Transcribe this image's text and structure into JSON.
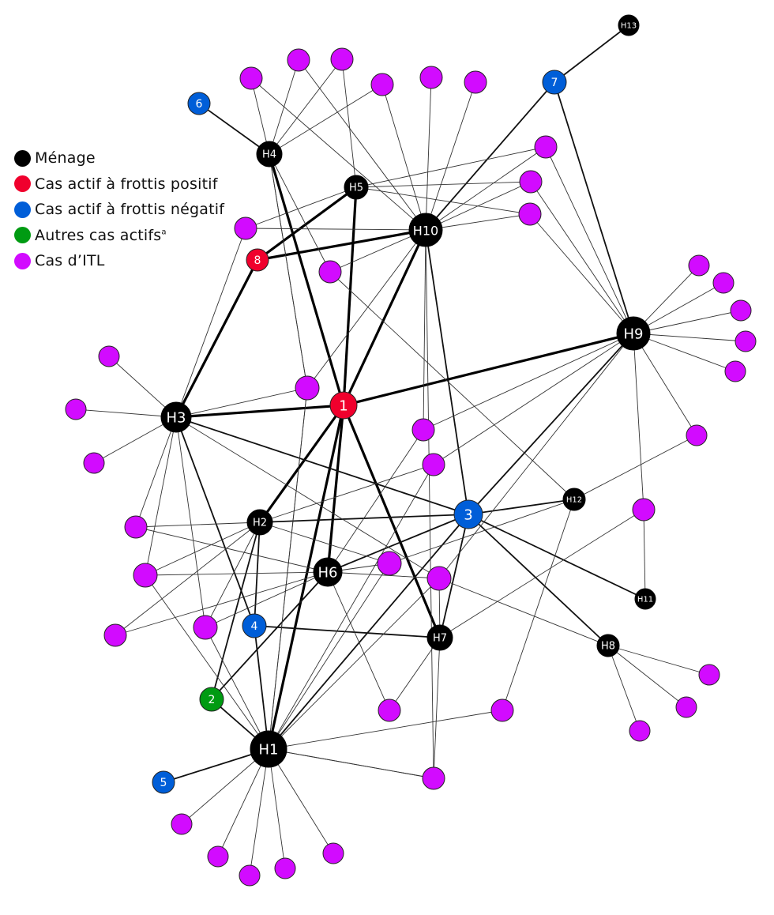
{
  "legend": {
    "items": [
      {
        "key": "household",
        "label": "Ménage",
        "sup": "",
        "color": "#000000"
      },
      {
        "key": "smear_pos",
        "label": "Cas actif à frottis positif",
        "sup": "",
        "color": "#f0002d"
      },
      {
        "key": "smear_neg",
        "label": "Cas actif à frottis négatif",
        "sup": "",
        "color": "#005ed8"
      },
      {
        "key": "other_active",
        "label": "Autres cas actifs",
        "sup": "a",
        "color": "#009b12"
      },
      {
        "key": "ltbi",
        "label": "Cas d’ITL",
        "sup": "",
        "color": "#d20bff"
      }
    ]
  },
  "network": {
    "nodes": [
      {
        "id": "H1",
        "type": "household",
        "label": "H1"
      },
      {
        "id": "H2",
        "type": "household",
        "label": "H2"
      },
      {
        "id": "H3",
        "type": "household",
        "label": "H3"
      },
      {
        "id": "H4",
        "type": "household",
        "label": "H4"
      },
      {
        "id": "H5",
        "type": "household",
        "label": "H5"
      },
      {
        "id": "H6",
        "type": "household",
        "label": "H6"
      },
      {
        "id": "H7",
        "type": "household",
        "label": "H7"
      },
      {
        "id": "H8",
        "type": "household",
        "label": "H8"
      },
      {
        "id": "H9",
        "type": "household",
        "label": "H9"
      },
      {
        "id": "H10",
        "type": "household",
        "label": "H10"
      },
      {
        "id": "H11",
        "type": "household",
        "label": "H11"
      },
      {
        "id": "H12",
        "type": "household",
        "label": "H12"
      },
      {
        "id": "H13",
        "type": "household",
        "label": "H13"
      },
      {
        "id": "C1",
        "type": "smear_pos",
        "label": "1"
      },
      {
        "id": "C8",
        "type": "smear_pos",
        "label": "8"
      },
      {
        "id": "C3",
        "type": "smear_neg",
        "label": "3"
      },
      {
        "id": "C4",
        "type": "smear_neg",
        "label": "4"
      },
      {
        "id": "C5",
        "type": "smear_neg",
        "label": "5"
      },
      {
        "id": "C6",
        "type": "smear_neg",
        "label": "6"
      },
      {
        "id": "C7",
        "type": "smear_neg",
        "label": "7"
      },
      {
        "id": "C2",
        "type": "other_active",
        "label": "2"
      },
      {
        "id": "L1",
        "type": "ltbi",
        "label": ""
      },
      {
        "id": "L2",
        "type": "ltbi",
        "label": ""
      },
      {
        "id": "L3",
        "type": "ltbi",
        "label": ""
      },
      {
        "id": "L4",
        "type": "ltbi",
        "label": ""
      },
      {
        "id": "L5",
        "type": "ltbi",
        "label": ""
      },
      {
        "id": "L6",
        "type": "ltbi",
        "label": ""
      },
      {
        "id": "L7",
        "type": "ltbi",
        "label": ""
      },
      {
        "id": "L8",
        "type": "ltbi",
        "label": ""
      },
      {
        "id": "L9",
        "type": "ltbi",
        "label": ""
      },
      {
        "id": "L10",
        "type": "ltbi",
        "label": ""
      },
      {
        "id": "L11",
        "type": "ltbi",
        "label": ""
      },
      {
        "id": "L12",
        "type": "ltbi",
        "label": ""
      },
      {
        "id": "L13",
        "type": "ltbi",
        "label": ""
      },
      {
        "id": "L14",
        "type": "ltbi",
        "label": ""
      },
      {
        "id": "L15",
        "type": "ltbi",
        "label": ""
      },
      {
        "id": "L16",
        "type": "ltbi",
        "label": ""
      },
      {
        "id": "L17",
        "type": "ltbi",
        "label": ""
      },
      {
        "id": "L18",
        "type": "ltbi",
        "label": ""
      },
      {
        "id": "L19",
        "type": "ltbi",
        "label": ""
      },
      {
        "id": "L20",
        "type": "ltbi",
        "label": ""
      },
      {
        "id": "L21",
        "type": "ltbi",
        "label": ""
      },
      {
        "id": "L22",
        "type": "ltbi",
        "label": ""
      },
      {
        "id": "L23",
        "type": "ltbi",
        "label": ""
      },
      {
        "id": "L24",
        "type": "ltbi",
        "label": ""
      },
      {
        "id": "L25",
        "type": "ltbi",
        "label": ""
      },
      {
        "id": "L26",
        "type": "ltbi",
        "label": ""
      },
      {
        "id": "L27",
        "type": "ltbi",
        "label": ""
      },
      {
        "id": "L28",
        "type": "ltbi",
        "label": ""
      },
      {
        "id": "L29",
        "type": "ltbi",
        "label": ""
      },
      {
        "id": "L30",
        "type": "ltbi",
        "label": ""
      },
      {
        "id": "L31",
        "type": "ltbi",
        "label": ""
      },
      {
        "id": "L32",
        "type": "ltbi",
        "label": ""
      },
      {
        "id": "L33",
        "type": "ltbi",
        "label": ""
      },
      {
        "id": "L34",
        "type": "ltbi",
        "label": ""
      },
      {
        "id": "L35",
        "type": "ltbi",
        "label": ""
      },
      {
        "id": "L36",
        "type": "ltbi",
        "label": ""
      },
      {
        "id": "L37",
        "type": "ltbi",
        "label": ""
      },
      {
        "id": "L38",
        "type": "ltbi",
        "label": ""
      },
      {
        "id": "L39",
        "type": "ltbi",
        "label": ""
      },
      {
        "id": "L40",
        "type": "ltbi",
        "label": ""
      },
      {
        "id": "L41",
        "type": "ltbi",
        "label": ""
      },
      {
        "id": "L42",
        "type": "ltbi",
        "label": ""
      },
      {
        "id": "L43",
        "type": "ltbi",
        "label": ""
      }
    ],
    "edges": [
      [
        "C1",
        "H1",
        "strong"
      ],
      [
        "C1",
        "H2",
        "strong"
      ],
      [
        "C1",
        "H3",
        "strong"
      ],
      [
        "C1",
        "H4",
        "strong"
      ],
      [
        "C1",
        "H5",
        "strong"
      ],
      [
        "C1",
        "H6",
        "strong"
      ],
      [
        "C1",
        "H7",
        "strong"
      ],
      [
        "C1",
        "H9",
        "strong"
      ],
      [
        "C1",
        "H10",
        "strong"
      ],
      [
        "C8",
        "H3",
        "strong"
      ],
      [
        "C8",
        "H5",
        "strong"
      ],
      [
        "C8",
        "H10",
        "strong"
      ],
      [
        "C3",
        "H1",
        "medium"
      ],
      [
        "C3",
        "H2",
        "medium"
      ],
      [
        "C3",
        "H3",
        "medium"
      ],
      [
        "C3",
        "H6",
        "medium"
      ],
      [
        "C3",
        "H7",
        "medium"
      ],
      [
        "C3",
        "H8",
        "medium"
      ],
      [
        "C3",
        "H9",
        "medium"
      ],
      [
        "C3",
        "H10",
        "medium"
      ],
      [
        "C3",
        "H11",
        "medium"
      ],
      [
        "C3",
        "H12",
        "medium"
      ],
      [
        "C4",
        "H1",
        "medium"
      ],
      [
        "C4",
        "H2",
        "medium"
      ],
      [
        "C4",
        "H3",
        "medium"
      ],
      [
        "C4",
        "H7",
        "medium"
      ],
      [
        "C2",
        "H1",
        "medium"
      ],
      [
        "C2",
        "H2",
        "medium"
      ],
      [
        "C2",
        "H6",
        "medium"
      ],
      [
        "C5",
        "H1",
        "medium"
      ],
      [
        "C6",
        "H4",
        "medium"
      ],
      [
        "C7",
        "H13",
        "medium"
      ],
      [
        "C7",
        "H9",
        "medium"
      ],
      [
        "C7",
        "H10",
        "medium"
      ],
      [
        "L1",
        "H4",
        "thin"
      ],
      [
        "L1",
        "H10",
        "thin"
      ],
      [
        "L2",
        "H4",
        "thin"
      ],
      [
        "L2",
        "H10",
        "thin"
      ],
      [
        "L3",
        "H4",
        "thin"
      ],
      [
        "L3",
        "H5",
        "thin"
      ],
      [
        "L4",
        "H4",
        "thin"
      ],
      [
        "L4",
        "H10",
        "thin"
      ],
      [
        "L5",
        "H10",
        "thin"
      ],
      [
        "L6",
        "H10",
        "thin"
      ],
      [
        "L7",
        "H5",
        "thin"
      ],
      [
        "L7",
        "H10",
        "thin"
      ],
      [
        "L7",
        "H9",
        "thin"
      ],
      [
        "L8",
        "H5",
        "thin"
      ],
      [
        "L8",
        "H10",
        "thin"
      ],
      [
        "L8",
        "H9",
        "thin"
      ],
      [
        "L9",
        "H5",
        "thin"
      ],
      [
        "L9",
        "H10",
        "thin"
      ],
      [
        "L9",
        "H9",
        "thin"
      ],
      [
        "L10",
        "H5",
        "thin"
      ],
      [
        "L10",
        "H10",
        "thin"
      ],
      [
        "L10",
        "H3",
        "thin"
      ],
      [
        "L11",
        "H4",
        "thin"
      ],
      [
        "L11",
        "H10",
        "thin"
      ],
      [
        "L11",
        "H12",
        "thin"
      ],
      [
        "L12",
        "H9",
        "thin"
      ],
      [
        "L13",
        "H9",
        "thin"
      ],
      [
        "L14",
        "H9",
        "thin"
      ],
      [
        "L15",
        "H9",
        "thin"
      ],
      [
        "L16",
        "H9",
        "thin"
      ],
      [
        "L17",
        "H9",
        "thin"
      ],
      [
        "L17",
        "H12",
        "thin"
      ],
      [
        "L18",
        "H3",
        "thin"
      ],
      [
        "L19",
        "H3",
        "thin"
      ],
      [
        "L20",
        "H3",
        "thin"
      ],
      [
        "L21",
        "H3",
        "thin"
      ],
      [
        "L21",
        "H10",
        "thin"
      ],
      [
        "L21",
        "H4",
        "thin"
      ],
      [
        "L21",
        "H1",
        "thin"
      ],
      [
        "L22",
        "H10",
        "thin"
      ],
      [
        "L22",
        "H9",
        "thin"
      ],
      [
        "L22",
        "H6",
        "thin"
      ],
      [
        "L23",
        "H9",
        "thin"
      ],
      [
        "L23",
        "H2",
        "thin"
      ],
      [
        "L23",
        "H1",
        "thin"
      ],
      [
        "L24",
        "H3",
        "thin"
      ],
      [
        "L24",
        "H2",
        "thin"
      ],
      [
        "L24",
        "H6",
        "thin"
      ],
      [
        "L25",
        "H3",
        "thin"
      ],
      [
        "L25",
        "H2",
        "thin"
      ],
      [
        "L25",
        "H6",
        "thin"
      ],
      [
        "L25",
        "H1",
        "thin"
      ],
      [
        "L26",
        "H2",
        "thin"
      ],
      [
        "L26",
        "H6",
        "thin"
      ],
      [
        "L27",
        "H3",
        "thin"
      ],
      [
        "L27",
        "H2",
        "thin"
      ],
      [
        "L27",
        "H6",
        "thin"
      ],
      [
        "L27",
        "H1",
        "thin"
      ],
      [
        "L28",
        "H2",
        "thin"
      ],
      [
        "L28",
        "H6",
        "thin"
      ],
      [
        "L28",
        "H12",
        "thin"
      ],
      [
        "L28",
        "H1",
        "thin"
      ],
      [
        "L29",
        "H3",
        "thin"
      ],
      [
        "L29",
        "H6",
        "thin"
      ],
      [
        "L29",
        "H7",
        "thin"
      ],
      [
        "L29",
        "H8",
        "thin"
      ],
      [
        "L29",
        "H9",
        "thin"
      ],
      [
        "L29",
        "H1",
        "thin"
      ],
      [
        "L30",
        "H9",
        "thin"
      ],
      [
        "L30",
        "H11",
        "thin"
      ],
      [
        "L30",
        "H7",
        "thin"
      ],
      [
        "L31",
        "H6",
        "thin"
      ],
      [
        "L31",
        "H7",
        "thin"
      ],
      [
        "L32",
        "H12",
        "thin"
      ],
      [
        "L32",
        "H1",
        "thin"
      ],
      [
        "L33",
        "H7",
        "thin"
      ],
      [
        "L33",
        "H1",
        "thin"
      ],
      [
        "L34",
        "H8",
        "thin"
      ],
      [
        "L35",
        "H8",
        "thin"
      ],
      [
        "L36",
        "H8",
        "thin"
      ],
      [
        "L37",
        "H1",
        "thin"
      ],
      [
        "L38",
        "H1",
        "thin"
      ],
      [
        "L39",
        "H1",
        "thin"
      ],
      [
        "L40",
        "H1",
        "thin"
      ],
      [
        "L41",
        "H1",
        "thin"
      ],
      [
        "L42",
        "H10",
        "thin"
      ],
      [
        "L42",
        "H1",
        "thin"
      ],
      [
        "L43",
        "H4",
        "thin"
      ],
      [
        "L43",
        "H1",
        "thin"
      ]
    ]
  }
}
